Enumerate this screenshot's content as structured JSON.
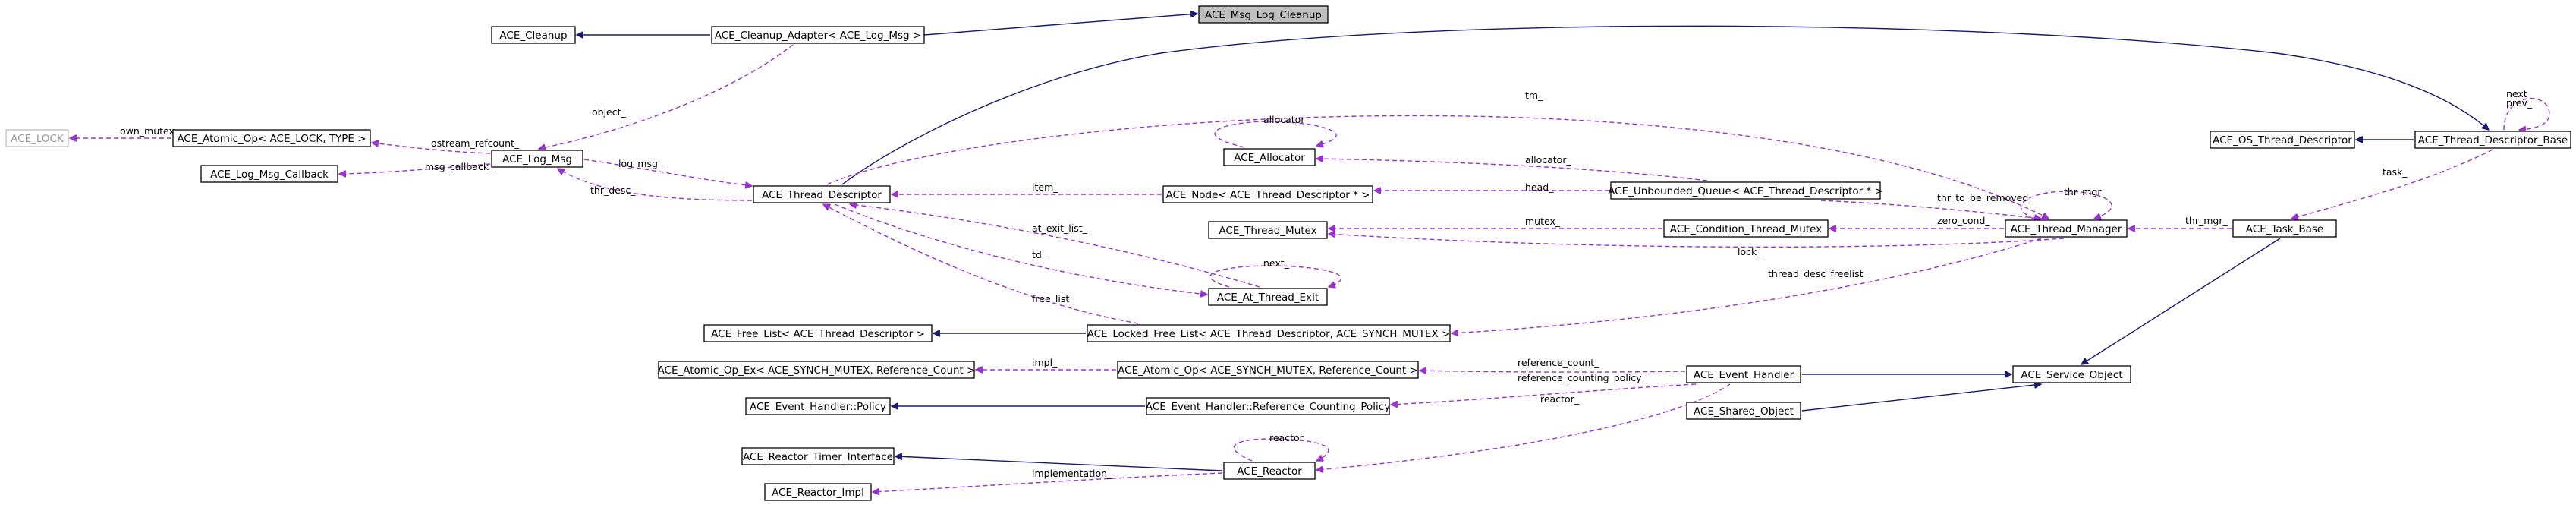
{
  "diagram": {
    "nodes": [
      {
        "id": "msg_log_cleanup",
        "label": "ACE_Msg_Log_Cleanup"
      },
      {
        "id": "cleanup_adapter",
        "label": "ACE_Cleanup_Adapter< ACE_Log_Msg >"
      },
      {
        "id": "cleanup",
        "label": "ACE_Cleanup"
      },
      {
        "id": "log_msg",
        "label": "ACE_Log_Msg"
      },
      {
        "id": "atomic_op_lock",
        "label": "ACE_Atomic_Op< ACE_LOCK, TYPE >"
      },
      {
        "id": "ace_lock",
        "label": "ACE_LOCK"
      },
      {
        "id": "log_msg_callback",
        "label": "ACE_Log_Msg_Callback"
      },
      {
        "id": "thread_descriptor",
        "label": "ACE_Thread_Descriptor"
      },
      {
        "id": "allocator",
        "label": "ACE_Allocator"
      },
      {
        "id": "node_td",
        "label": "ACE_Node< ACE_Thread_Descriptor * >"
      },
      {
        "id": "thread_mutex",
        "label": "ACE_Thread_Mutex"
      },
      {
        "id": "at_thread_exit",
        "label": "ACE_At_Thread_Exit"
      },
      {
        "id": "unbounded_queue",
        "label": "ACE_Unbounded_Queue< ACE_Thread_Descriptor * >"
      },
      {
        "id": "condition_thread_mutex",
        "label": "ACE_Condition_Thread_Mutex"
      },
      {
        "id": "thread_manager",
        "label": "ACE_Thread_Manager"
      },
      {
        "id": "os_thread_descriptor",
        "label": "ACE_OS_Thread_Descriptor"
      },
      {
        "id": "thread_descriptor_base",
        "label": "ACE_Thread_Descriptor_Base"
      },
      {
        "id": "task_base",
        "label": "ACE_Task_Base"
      },
      {
        "id": "free_list",
        "label": "ACE_Free_List< ACE_Thread_Descriptor >"
      },
      {
        "id": "locked_free_list",
        "label": "ACE_Locked_Free_List< ACE_Thread_Descriptor, ACE_SYNCH_MUTEX >"
      },
      {
        "id": "atomic_op_ex",
        "label": "ACE_Atomic_Op_Ex< ACE_SYNCH_MUTEX, Reference_Count >"
      },
      {
        "id": "atomic_op_ref",
        "label": "ACE_Atomic_Op< ACE_SYNCH_MUTEX, Reference_Count >"
      },
      {
        "id": "event_handler",
        "label": "ACE_Event_Handler"
      },
      {
        "id": "service_object",
        "label": "ACE_Service_Object"
      },
      {
        "id": "shared_object",
        "label": "ACE_Shared_Object"
      },
      {
        "id": "eh_policy",
        "label": "ACE_Event_Handler::Policy"
      },
      {
        "id": "eh_ref_counting_policy",
        "label": "ACE_Event_Handler::Reference_Counting_Policy"
      },
      {
        "id": "reactor_timer_interface",
        "label": "ACE_Reactor_Timer_Interface"
      },
      {
        "id": "reactor",
        "label": "ACE_Reactor"
      },
      {
        "id": "reactor_impl",
        "label": "ACE_Reactor_Impl"
      }
    ],
    "edges": [
      {
        "id": "e_adapter_msgcleanup",
        "style": "solid",
        "label": ""
      },
      {
        "id": "e_cleanup_adapter",
        "style": "solid",
        "label": ""
      },
      {
        "id": "e_logmsg_adapter",
        "style": "dashed",
        "label": "object_"
      },
      {
        "id": "e_lock_atomic",
        "style": "dashed",
        "label": "own_mutex_"
      },
      {
        "id": "e_atomic_logmsg",
        "style": "dashed",
        "label": "ostream_refcount_"
      },
      {
        "id": "e_callback_logmsg",
        "style": "dashed",
        "label": "msg_callback_"
      },
      {
        "id": "e_logmsg_td",
        "style": "dashed",
        "label": "log_msg_"
      },
      {
        "id": "e_td_logmsg",
        "style": "dashed",
        "label": "thr_desc_"
      },
      {
        "id": "e_td_tdbase",
        "style": "solid",
        "label": ""
      },
      {
        "id": "e_td_threadmgr_tm",
        "style": "dashed",
        "label": "tm_"
      },
      {
        "id": "e_alloc_self",
        "style": "dashed",
        "label": "allocator_"
      },
      {
        "id": "e_alloc_queue",
        "style": "dashed",
        "label": "allocator_"
      },
      {
        "id": "e_node_td",
        "style": "dashed",
        "label": "item_"
      },
      {
        "id": "e_queue_node",
        "style": "dashed",
        "label": "head_"
      },
      {
        "id": "e_ate_td_atexit",
        "style": "dashed",
        "label": "at_exit_list_"
      },
      {
        "id": "e_td_ate",
        "style": "dashed",
        "label": "td_"
      },
      {
        "id": "e_ate_self",
        "style": "dashed",
        "label": "next_"
      },
      {
        "id": "e_lfl_td",
        "style": "dashed",
        "label": "free_list_"
      },
      {
        "id": "e_mutex_cond",
        "style": "dashed",
        "label": "mutex_"
      },
      {
        "id": "e_mutex_tm",
        "style": "dashed",
        "label": "lock_"
      },
      {
        "id": "e_queue_tm",
        "style": "dashed",
        "label": "thr_to_be_removed_"
      },
      {
        "id": "e_cond_tm",
        "style": "dashed",
        "label": "zero_cond_"
      },
      {
        "id": "e_tm_self",
        "style": "dashed",
        "label": "thr_mgr_"
      },
      {
        "id": "e_tm_taskbase",
        "style": "dashed",
        "label": "thr_mgr_"
      },
      {
        "id": "e_lfl_tm",
        "style": "dashed",
        "label": "thread_desc_freelist_"
      },
      {
        "id": "e_ostd_tdbase",
        "style": "solid",
        "label": ""
      },
      {
        "id": "e_tdbase_self",
        "style": "dashed",
        "label": "next_\nprev_"
      },
      {
        "id": "e_taskbase_tdbase",
        "style": "dashed",
        "label": "task_"
      },
      {
        "id": "e_taskbase_svcobj",
        "style": "solid",
        "label": ""
      },
      {
        "id": "e_freelist_lfl",
        "style": "solid",
        "label": ""
      },
      {
        "id": "e_atomicex_atomic",
        "style": "dashed",
        "label": "impl_"
      },
      {
        "id": "e_atomic_eh",
        "style": "dashed",
        "label": "reference_count_"
      },
      {
        "id": "e_eh_svcobj",
        "style": "solid",
        "label": ""
      },
      {
        "id": "e_shared_svcobj",
        "style": "solid",
        "label": ""
      },
      {
        "id": "e_policy_refpolicy",
        "style": "solid",
        "label": ""
      },
      {
        "id": "e_refpolicy_eh",
        "style": "dashed",
        "label": "reference_counting_policy_"
      },
      {
        "id": "e_reactor_eh",
        "style": "dashed",
        "label": "reactor_"
      },
      {
        "id": "e_reactor_self",
        "style": "dashed",
        "label": "reactor_"
      },
      {
        "id": "e_timer_reactor",
        "style": "solid",
        "label": ""
      },
      {
        "id": "e_impl_reactor",
        "style": "dashed",
        "label": "implementation_"
      }
    ]
  }
}
